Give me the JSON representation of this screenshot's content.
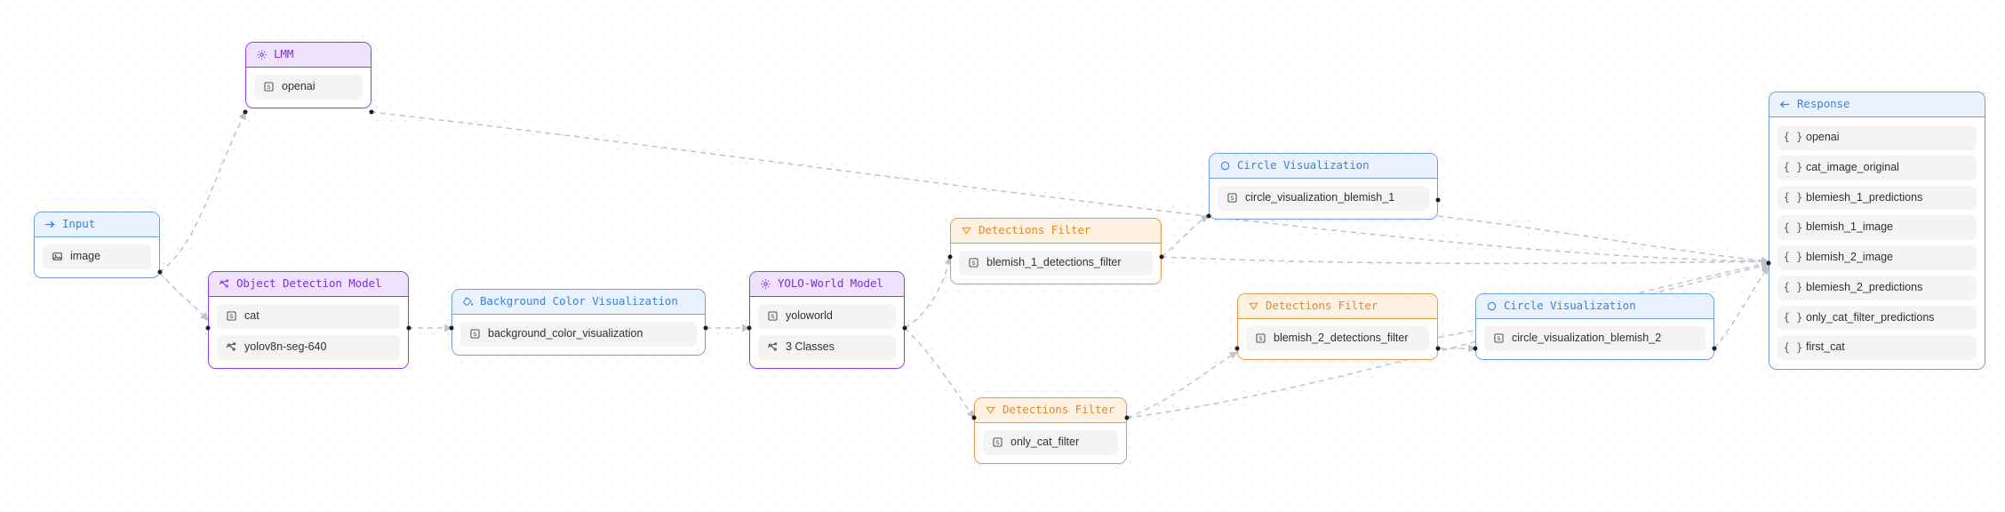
{
  "canvas": {
    "title": "Workflow Builder Canvas",
    "background": "#ffffff",
    "dot_color": "#d8dce3",
    "edge_color": "#bfc3cb"
  },
  "colors": {
    "violet_border": "#8b3df0",
    "violet_header_bg": "#efe2fd",
    "violet_text": "#7b2ee0",
    "blue_border": "#6f9fe0",
    "blue_header_bg": "#eaf3fd",
    "blue_text": "#3f80d6",
    "amber_border": "#e39a4e",
    "amber_header_bg": "#fdf2e1",
    "amber_text": "#dd8a2e",
    "field_bg": "#f4f4f5",
    "field_text": "#2c3038"
  },
  "nodes": [
    {
      "id": "input",
      "title": "Input",
      "variant": "blue",
      "icon": "arrow-right-icon",
      "fields": [
        {
          "label": "image",
          "icon": "image-icon"
        }
      ]
    },
    {
      "id": "lmm",
      "title": "LMM",
      "variant": "violet",
      "icon": "gear-icon",
      "fields": [
        {
          "label": "openai",
          "icon": "string-icon"
        }
      ]
    },
    {
      "id": "object-detection-model",
      "title": "Object Detection Model",
      "variant": "violet",
      "icon": "model-graph-icon",
      "fields": [
        {
          "label": "cat",
          "icon": "string-icon"
        },
        {
          "label": "yolov8n-seg-640",
          "icon": "model-graph-icon"
        }
      ]
    },
    {
      "id": "background-color-visualization",
      "title": "Background Color Visualization",
      "variant": "blue",
      "icon": "paint-bucket-icon",
      "fields": [
        {
          "label": "background_color_visualization",
          "icon": "string-icon"
        }
      ]
    },
    {
      "id": "yolo-world-model",
      "title": "YOLO-World Model",
      "variant": "violet",
      "icon": "gear-icon",
      "fields": [
        {
          "label": "yoloworld",
          "icon": "string-icon"
        },
        {
          "label": "3 Classes",
          "icon": "model-graph-icon"
        }
      ]
    },
    {
      "id": "detections-filter-blemish-1",
      "title": "Detections Filter",
      "variant": "amber",
      "icon": "filter-icon",
      "fields": [
        {
          "label": "blemish_1_detections_filter",
          "icon": "string-icon"
        }
      ]
    },
    {
      "id": "circle-visualization-blemish-1",
      "title": "Circle Visualization",
      "variant": "blue",
      "icon": "circle-icon",
      "fields": [
        {
          "label": "circle_visualization_blemish_1",
          "icon": "string-icon"
        }
      ]
    },
    {
      "id": "detections-filter-blemish-2",
      "title": "Detections Filter",
      "variant": "amber",
      "icon": "filter-icon",
      "fields": [
        {
          "label": "blemish_2_detections_filter",
          "icon": "string-icon"
        }
      ]
    },
    {
      "id": "circle-visualization-blemish-2",
      "title": "Circle Visualization",
      "variant": "blue",
      "icon": "circle-icon",
      "fields": [
        {
          "label": "circle_visualization_blemish_2",
          "icon": "string-icon"
        }
      ]
    },
    {
      "id": "detections-filter-only-cat",
      "title": "Detections Filter",
      "variant": "amber",
      "icon": "filter-icon",
      "fields": [
        {
          "label": "only_cat_filter",
          "icon": "string-icon"
        }
      ]
    }
  ],
  "input_node": {
    "title": "Input",
    "icon": "arrow-right-icon",
    "field_image": "image"
  },
  "lmm_node": {
    "title": "LMM",
    "icon": "gear-icon",
    "field_openai": "openai"
  },
  "object_detection_node": {
    "title": "Object Detection Model",
    "icon": "model-graph-icon",
    "field_cat": "cat",
    "field_model": "yolov8n-seg-640"
  },
  "background_color_node": {
    "title": "Background Color Visualization",
    "icon": "paint-bucket-icon",
    "field_name": "background_color_visualization"
  },
  "yolo_world_node": {
    "title": "YOLO-World Model",
    "icon": "gear-icon",
    "field_model": "yoloworld",
    "field_classes": "3 Classes"
  },
  "filter_blemish_1_node": {
    "title": "Detections Filter",
    "icon": "filter-icon",
    "field_name": "blemish_1_detections_filter"
  },
  "circle_blemish_1_node": {
    "title": "Circle Visualization",
    "icon": "circle-icon",
    "field_name": "circle_visualization_blemish_1"
  },
  "filter_blemish_2_node": {
    "title": "Detections Filter",
    "icon": "filter-icon",
    "field_name": "blemish_2_detections_filter"
  },
  "circle_blemish_2_node": {
    "title": "Circle Visualization",
    "icon": "circle-icon",
    "field_name": "circle_visualization_blemish_2"
  },
  "filter_only_cat_node": {
    "title": "Detections Filter",
    "icon": "filter-icon",
    "field_name": "only_cat_filter"
  },
  "response_panel": {
    "title": "Response",
    "icon": "arrow-left-icon",
    "entry_icon": "braces-icon",
    "entries": [
      "openai",
      "cat_image_original",
      "blemiesh_1_predictions",
      "blemish_1_image",
      "blemish_2_image",
      "blemiesh_2_predictions",
      "only_cat_filter_predictions",
      "first_cat"
    ]
  }
}
